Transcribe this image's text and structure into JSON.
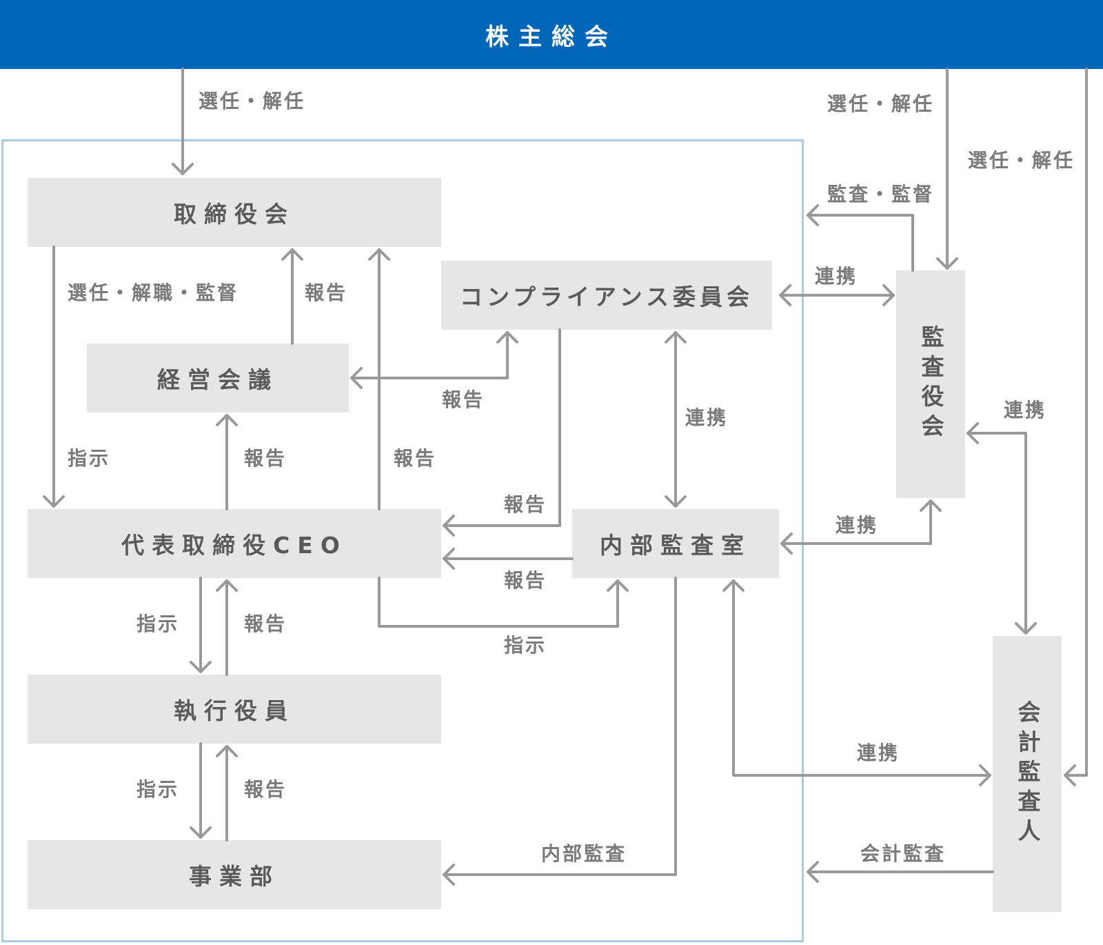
{
  "header": {
    "title": "株主総会"
  },
  "boxes": {
    "board": "取締役会",
    "compliance": "コンプライアンス委員会",
    "management_meeting": "経営会議",
    "ceo": "代表取締役CEO",
    "internal_audit": "内部監査室",
    "executive_officers": "執行役員",
    "business_division": "事業部",
    "audit_board": "監査役会",
    "accounting_auditor": "会計監査人"
  },
  "labels": {
    "elect_board": "選任・解任",
    "elect_auditors": "選任・解任",
    "elect_accounting": "選任・解任",
    "audit_supervise": "監査・監督",
    "coop_compliance_audit": "連携",
    "board_to_ceo": "選任・解職・監督",
    "mgmt_report_board": "報告",
    "compliance_report_mgmt": "報告",
    "ceo_instruct": "指示",
    "ceo_report_mgmt": "報告",
    "ceo_report_board": "報告",
    "coop_compliance_internal": "連携",
    "compliance_report_ceo": "報告",
    "internal_report_ceo": "報告",
    "coop_internal_auditboard": "連携",
    "coop_auditboard_accounting": "連携",
    "ceo_instruct_exec": "指示",
    "exec_report_ceo": "報告",
    "ceo_instruct_internal": "指示",
    "exec_instruct_div": "指示",
    "div_report_exec": "報告",
    "coop_internal_accounting": "連携",
    "internal_audit_div": "内部監査",
    "accounting_audit": "会計監査"
  }
}
